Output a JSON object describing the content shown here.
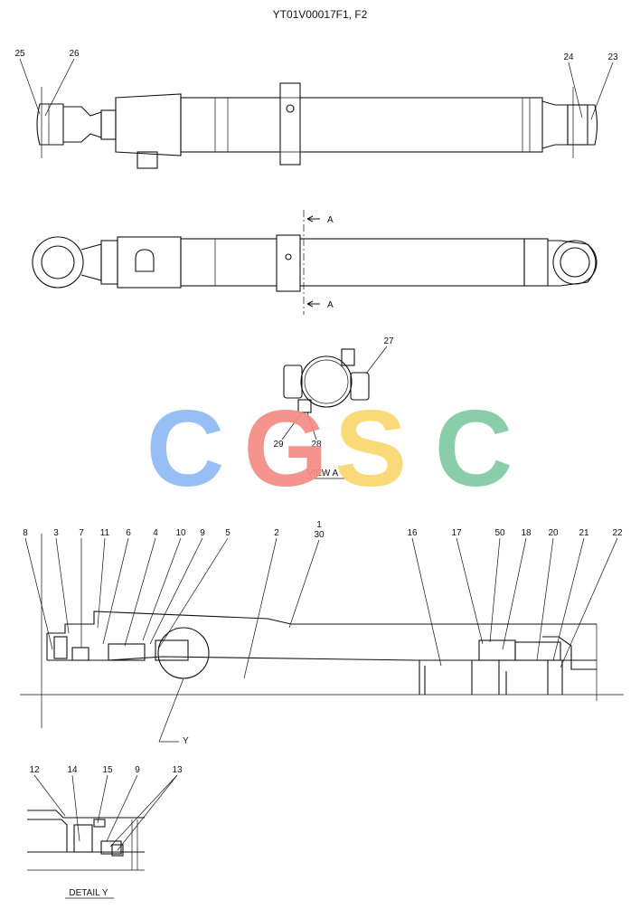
{
  "title": "YT01V00017F1, F2",
  "section_mark": "A",
  "view_label": "VIEW A",
  "detail_marker": "Y",
  "detail_label": "DETAIL Y",
  "watermark": {
    "text": "CGSC",
    "colors": [
      "#8fb8f5",
      "#f48b82",
      "#f8d66c",
      "#7fc9a2"
    ]
  },
  "callouts_top": [
    "25",
    "26",
    "24",
    "23"
  ],
  "callouts_view": [
    "27",
    "29",
    "28"
  ],
  "callouts_section": [
    "8",
    "3",
    "7",
    "11",
    "6",
    "4",
    "10",
    "9",
    "5",
    "2",
    "1",
    "30",
    "16",
    "17",
    "50",
    "18",
    "20",
    "21",
    "22"
  ],
  "callouts_detail": [
    "12",
    "14",
    "15",
    "9",
    "13"
  ]
}
